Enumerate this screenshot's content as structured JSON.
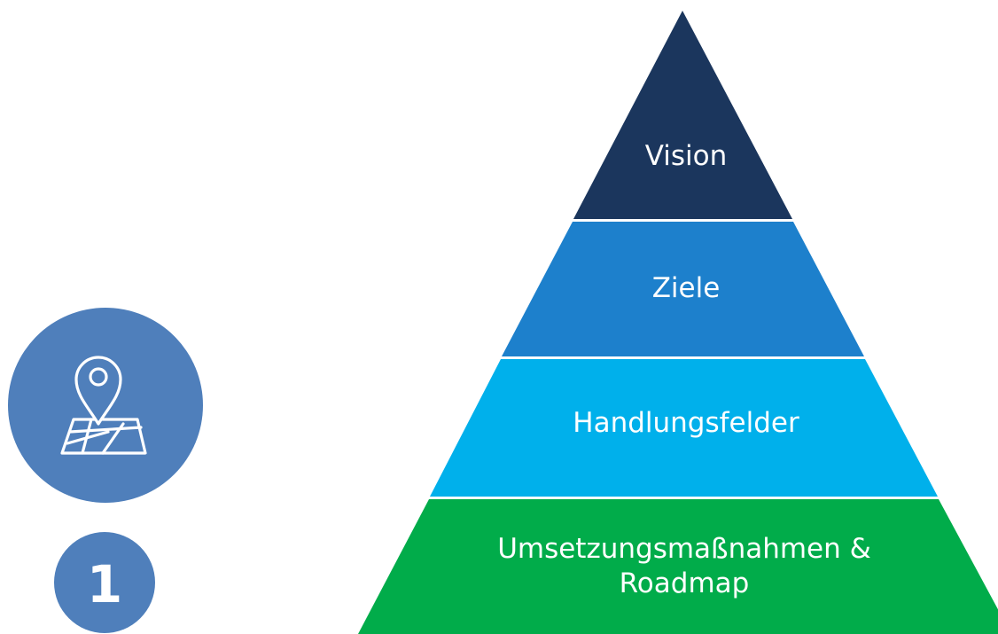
{
  "colors": {
    "vision": "#1b365d",
    "ziele": "#1d80cc",
    "handlungsfelder": "#00b0eb",
    "umsetzung": "#01ac4a",
    "badge": "#4f7fbb",
    "icon_stroke": "#ffffff"
  },
  "pyramid": {
    "vision": "Vision",
    "ziele": "Ziele",
    "handlungsfelder": "Handlungsfelder",
    "umsetzung_line1": "Umsetzungsmaßnahmen &",
    "umsetzung_line2": "Roadmap"
  },
  "badges": {
    "icon": "map-pin-icon",
    "step_number": "1"
  }
}
